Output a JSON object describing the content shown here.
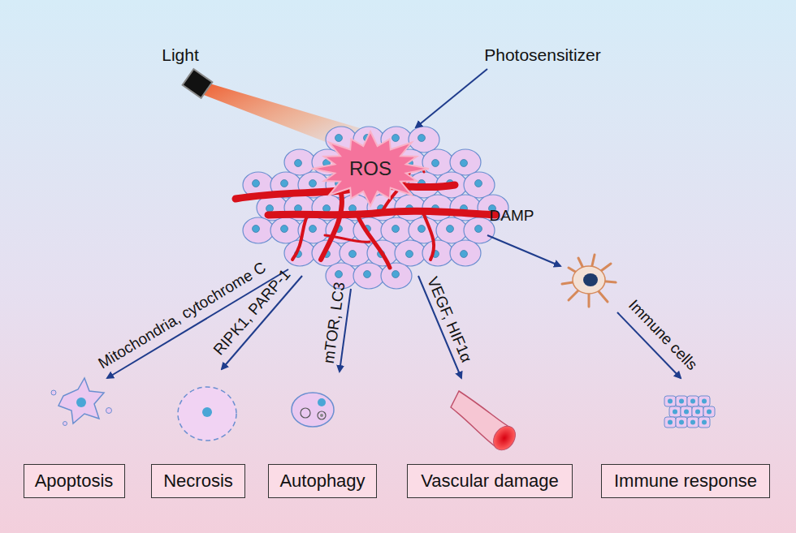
{
  "diagram": {
    "nodes": [
      {
        "text": [
          "ROS"
        ]
      },
      {
        "text": [
          "Apoptosis"
        ]
      },
      {
        "text": [
          "Necrosis"
        ]
      },
      {
        "text": [
          "Autophagy"
        ]
      },
      {
        "text": [
          "Vascular damage"
        ]
      },
      {
        "text": [
          "Immune response"
        ]
      }
    ],
    "labels": [
      "Light",
      "Photosensitizer",
      "DAMP",
      "Mitochondria, cytochrome C",
      "RIPK1, PARP-1",
      "mTOR, LC3",
      "VEGF, HIF1α",
      "Immune cells"
    ]
  }
}
